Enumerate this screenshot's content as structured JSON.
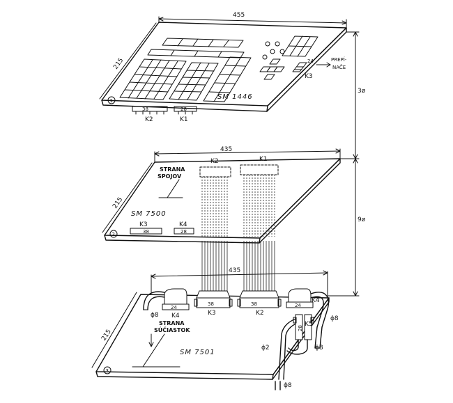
{
  "boards": {
    "board1": {
      "number": "1",
      "name": "SM 1446",
      "width": "455",
      "depth": "215",
      "connectors": {
        "k1": "K1",
        "k1_pins": "28",
        "k2": "K2",
        "k2_pins": "38",
        "k3": "K3",
        "k3_pins": "24"
      },
      "switch_label_top": "PREPÍ-",
      "switch_label_bottom": "NAČE"
    },
    "board2": {
      "number": "2",
      "name": "SM 7500",
      "width": "435",
      "depth": "215",
      "side_label_top": "STRANA",
      "side_label_bottom": "SPOJOV",
      "connectors": {
        "k1": "K1",
        "k2": "K2",
        "k3": "K3",
        "k3_pins": "38",
        "k4": "K4",
        "k4_pins": "28"
      }
    },
    "board3": {
      "number": "3",
      "name": "SM 7501",
      "width": "435",
      "depth": "215",
      "side_label_top": "STRANA",
      "side_label_bottom": "SÚČIASTOK",
      "connectors": {
        "k2": "K2",
        "k2_pins": "38",
        "k3": "K3",
        "k3_pins": "38",
        "k4_left": "K4",
        "k4_left_pins": "24",
        "k4_right": "K4",
        "k4_right_pins": "24",
        "k5": "K5",
        "k5_pins": "28"
      }
    }
  },
  "spacing": {
    "gap_top": "3ø",
    "gap_bottom": "9ø"
  },
  "diameters": {
    "phi8_left": "ϕ8",
    "phi8_right": "ϕ8",
    "phi8_bottom": "ϕ8",
    "phi8_mid": "ϕ8",
    "phi2": "ϕ2"
  }
}
